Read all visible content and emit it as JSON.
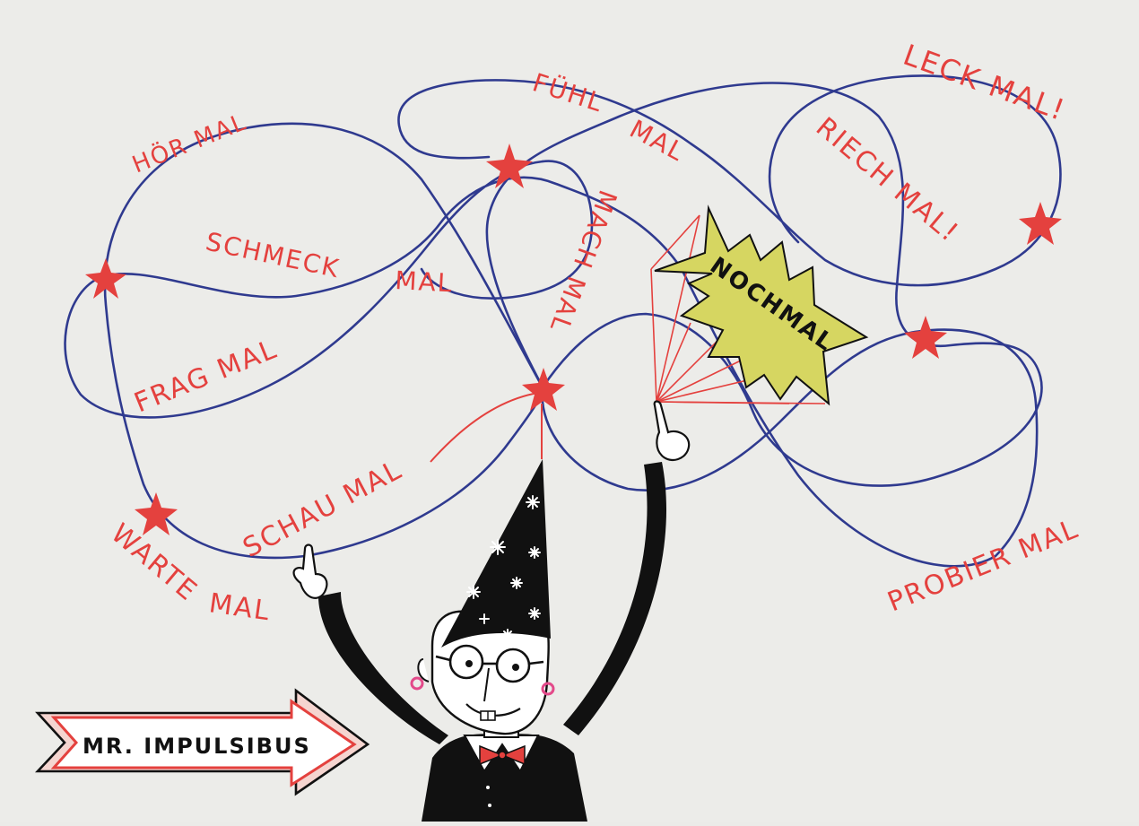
{
  "labels": {
    "hoer_mal": "HÖR MAL",
    "fuehl_mal_1": "FÜHL",
    "fuehl_mal_2": "MAL",
    "leck_mal": "LECK MAL!",
    "riech_mal": "RIECH MAL!",
    "schmeck_mal_1": "SCHMECK",
    "schmeck_mal_2": "MAL",
    "mach_mal": "MACH MAL",
    "nochmal": "NOCHMAL",
    "frag_mal": "FRAG MAL",
    "schau_mal": "SCHAU MAL",
    "warte_mal_1": "WARTE",
    "warte_mal_2": "MAL",
    "probier_mal": "PROBIER MAL",
    "character_name": "MR. IMPULSIBUS"
  },
  "colors": {
    "loop_blue": "#2f3a8f",
    "accent_red": "#e4413e",
    "burst_yellow": "#d6d661",
    "ink_black": "#111111",
    "paper": "#ecece9"
  },
  "icons": {
    "star": "red-star-icon",
    "hat_stars": "white-snowflake-star-icon",
    "bowtie": "bow-tie-icon",
    "arrow": "arrow-sign-icon"
  }
}
